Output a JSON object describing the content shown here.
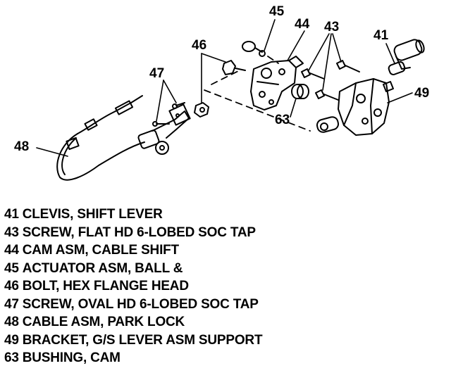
{
  "callouts": {
    "c41": "41",
    "c43": "43",
    "c44": "44",
    "c45": "45",
    "c46": "46",
    "c47": "47",
    "c48": "48",
    "c49": "49",
    "c63": "63"
  },
  "legend": [
    {
      "number": "41",
      "description": "CLEVIS, SHIFT LEVER"
    },
    {
      "number": "43",
      "description": "SCREW, FLAT HD 6-LOBED SOC TAP"
    },
    {
      "number": "44",
      "description": "CAM ASM, CABLE SHIFT"
    },
    {
      "number": "45",
      "description": "ACTUATOR ASM, BALL &"
    },
    {
      "number": "46",
      "description": "BOLT, HEX FLANGE HEAD"
    },
    {
      "number": "47",
      "description": "SCREW, OVAL HD 6-LOBED SOC TAP"
    },
    {
      "number": "48",
      "description": "CABLE ASM, PARK LOCK"
    },
    {
      "number": "49",
      "description": "BRACKET, G/S LEVER ASM SUPPORT"
    },
    {
      "number": "63",
      "description": "BUSHING, CAM"
    }
  ]
}
